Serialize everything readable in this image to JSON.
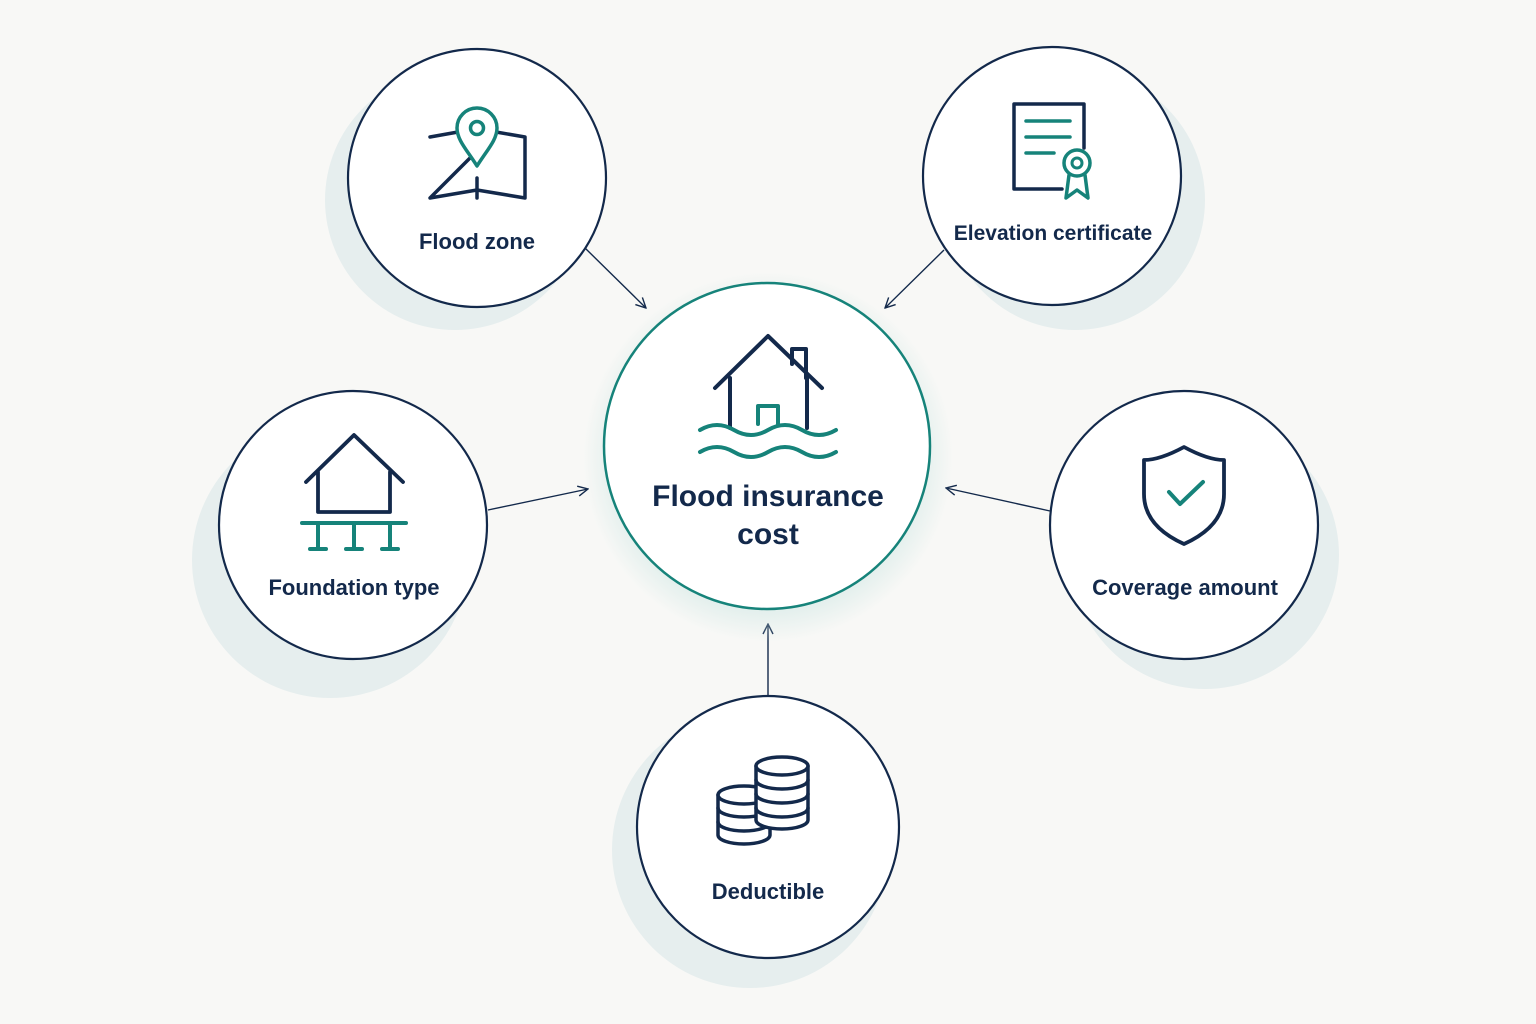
{
  "center": {
    "label_line1": "Flood insurance",
    "label_line2": "cost",
    "icon": "house-flood-icon"
  },
  "factors": [
    {
      "id": "flood-zone",
      "label": "Flood zone",
      "icon": "map-pin-icon"
    },
    {
      "id": "elevation-certificate",
      "label": "Elevation certificate",
      "icon": "certificate-icon"
    },
    {
      "id": "foundation-type",
      "label": "Foundation type",
      "icon": "house-on-piers-icon"
    },
    {
      "id": "coverage-amount",
      "label": "Coverage amount",
      "icon": "shield-check-icon"
    },
    {
      "id": "deductible",
      "label": "Deductible",
      "icon": "coin-stack-icon"
    }
  ],
  "colors": {
    "navy": "#13294b",
    "teal": "#16837a",
    "background": "#f8f8f6",
    "shadow": "#e5eeee"
  }
}
